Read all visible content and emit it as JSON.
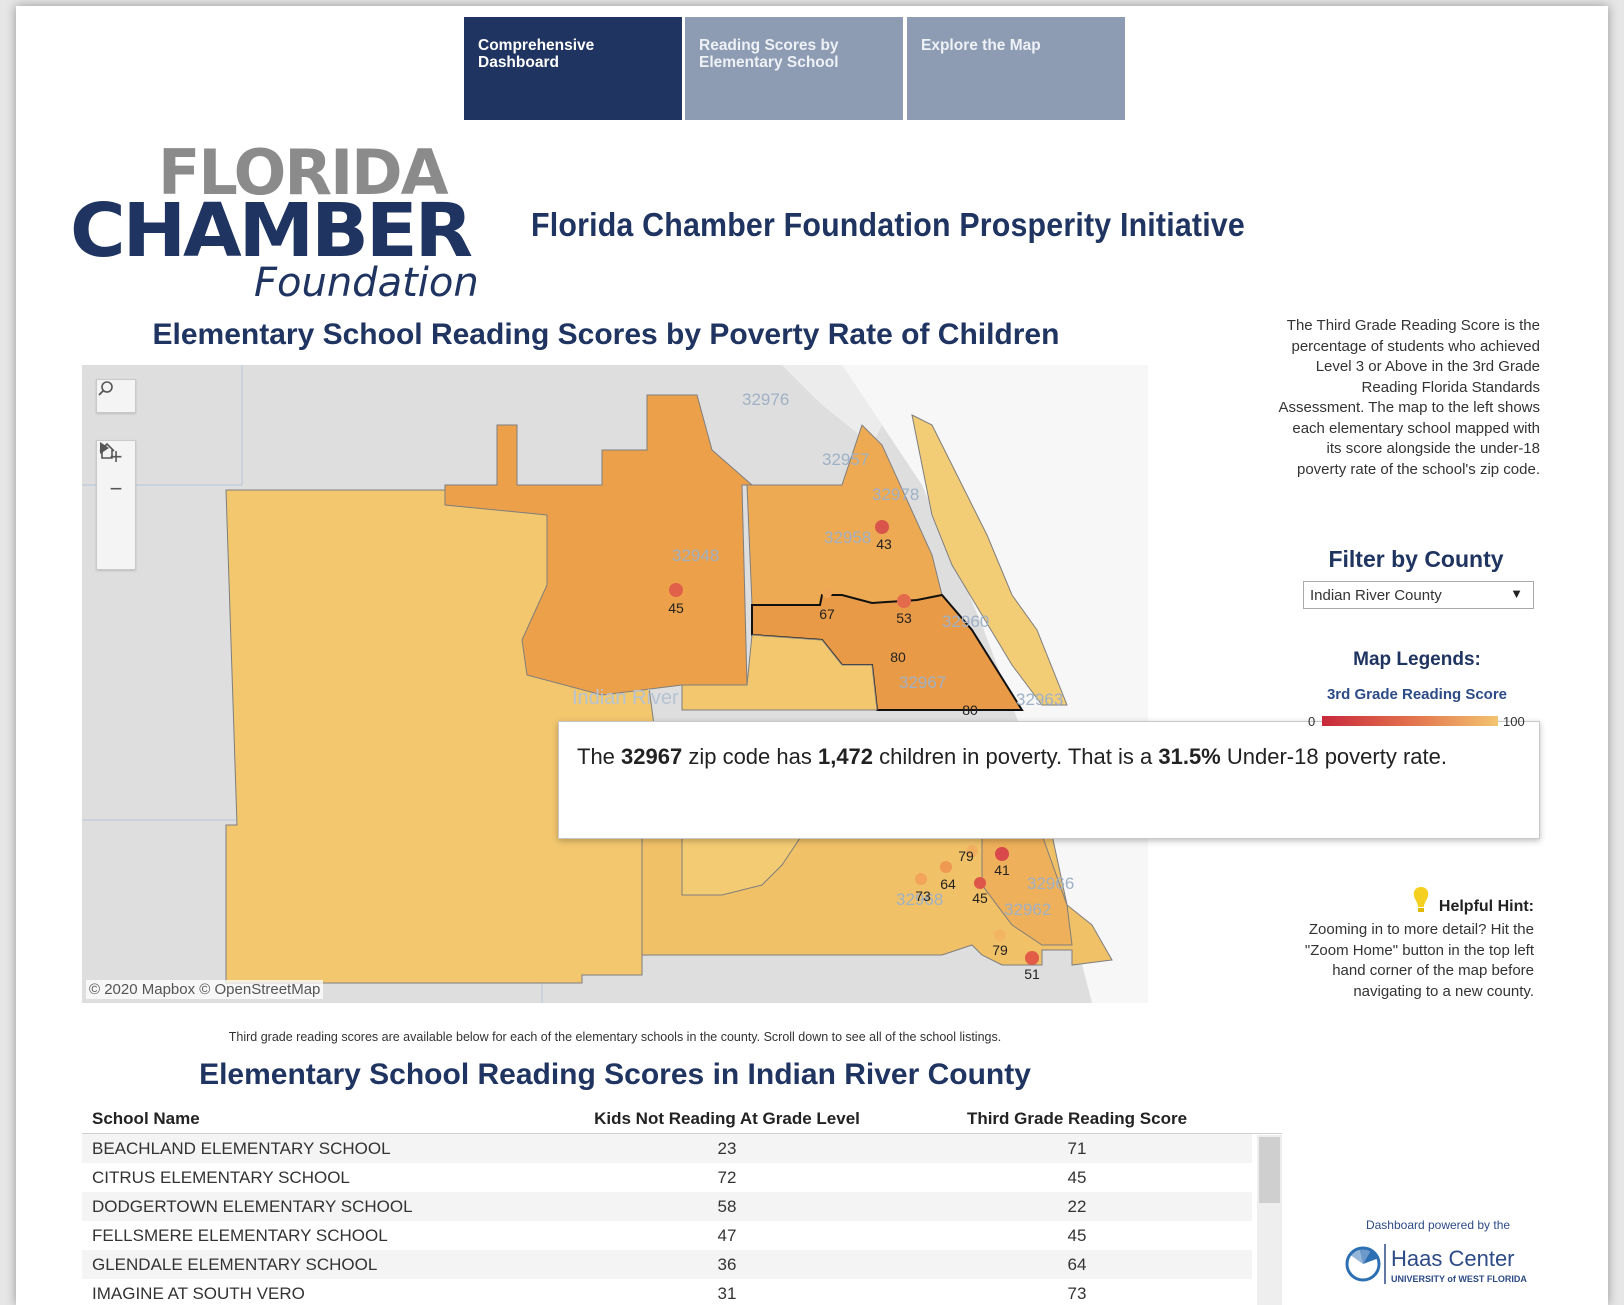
{
  "tabs": [
    {
      "label": "Comprehensive Dashboard",
      "active": true
    },
    {
      "label": "Reading Scores by Elementary School",
      "active": false
    },
    {
      "label": "Explore the Map",
      "active": false
    }
  ],
  "logo": {
    "line1": "FLORIDA",
    "line2": "CHAMBER",
    "line3": "Foundation"
  },
  "main_title": "Florida Chamber Foundation Prosperity Initiative",
  "map_title": "Elementary School Reading Scores by Poverty Rate of Children",
  "map": {
    "attribution": "© 2020 Mapbox © OpenStreetMap",
    "county_label": "Indian River",
    "zip_labels": [
      "32976",
      "32957",
      "32978",
      "32958",
      "32948",
      "32967",
      "32960",
      "32963",
      "32962",
      "32968",
      "32966"
    ],
    "school_scores": [
      43,
      45,
      67,
      53,
      80,
      80,
      79,
      41,
      64,
      73,
      45,
      79,
      51
    ],
    "controls": [
      "search-icon",
      "zoom-in-icon",
      "zoom-out-icon",
      "home-icon",
      "play-icon"
    ]
  },
  "tooltip": {
    "p1": "The ",
    "zip": "32967",
    "p2": " zip code has ",
    "children": "1,472",
    "p3": " children in poverty. That is a ",
    "rate": "31.5%",
    "p4": " Under-18 poverty rate."
  },
  "description": "The Third Grade Reading Score is the percentage of students who achieved Level 3 or Above in the 3rd Grade Reading Florida Standards Assessment. The map to the left shows each elementary school mapped with its score alongside the under-18 poverty rate of the school's zip code.",
  "filter": {
    "title": "Filter by County",
    "selected": "Indian River County"
  },
  "legend": {
    "title": "Map Legends:",
    "subtitle": "3rd Grade Reading Score",
    "min": "0",
    "max": "100"
  },
  "hint": {
    "title": "Helpful Hint:",
    "text": "Zooming in to more detail? Hit the \"Zoom Home\" button in the top left hand corner of the map before navigating to a new county."
  },
  "note": "Third grade reading scores are available below for each of the elementary schools in the county. Scroll down to see all of the school listings.",
  "table": {
    "title": "Elementary School Reading Scores in Indian River County",
    "headers": [
      "School Name",
      "Kids Not Reading At Grade Level",
      "Third Grade Reading Score"
    ],
    "rows": [
      {
        "name": "BEACHLAND ELEMENTARY SCHOOL",
        "not_reading": "23",
        "score": "71"
      },
      {
        "name": "CITRUS ELEMENTARY SCHOOL",
        "not_reading": "72",
        "score": "45"
      },
      {
        "name": "DODGERTOWN ELEMENTARY SCHOOL",
        "not_reading": "58",
        "score": "22"
      },
      {
        "name": "FELLSMERE ELEMENTARY SCHOOL",
        "not_reading": "47",
        "score": "45"
      },
      {
        "name": "GLENDALE ELEMENTARY SCHOOL",
        "not_reading": "36",
        "score": "64"
      },
      {
        "name": "IMAGINE AT SOUTH VERO",
        "not_reading": "31",
        "score": "73"
      }
    ]
  },
  "powered_by": "Dashboard powered by the",
  "haas": {
    "name": "Haas Center",
    "sub": "UNIVERSITY of WEST FLORIDA"
  },
  "colors": {
    "navy": "#1f3461",
    "tab_inactive": "#8d9bb3",
    "poverty_high": "#eda04a",
    "poverty_low": "#f3c873"
  }
}
